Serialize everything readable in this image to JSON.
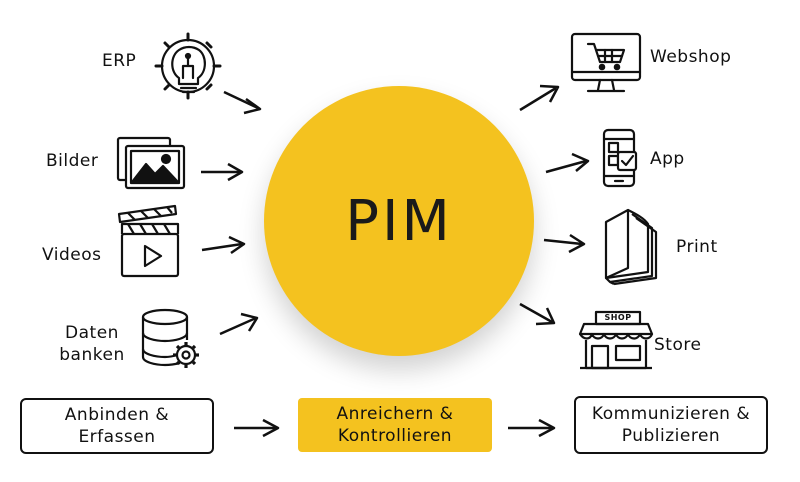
{
  "center": {
    "label": "PIM"
  },
  "inputs": [
    {
      "label": "ERP",
      "icon": "lightbulb-gear-icon"
    },
    {
      "label": "Bilder",
      "icon": "images-icon"
    },
    {
      "label": "Videos",
      "icon": "clapperboard-icon"
    },
    {
      "label_line1": "Daten",
      "label_line2": "banken",
      "icon": "database-gear-icon"
    }
  ],
  "outputs": [
    {
      "label": "Webshop",
      "icon": "monitor-cart-icon"
    },
    {
      "label": "App",
      "icon": "smartphone-icon"
    },
    {
      "label": "Print",
      "icon": "book-icon"
    },
    {
      "label": "Store",
      "icon": "shop-icon",
      "sign": "SHOP"
    }
  ],
  "process": [
    {
      "line1": "Anbinden &",
      "line2": "Erfassen",
      "style": "outline"
    },
    {
      "line1": "Anreichern &",
      "line2": "Kontrollieren",
      "style": "filled"
    },
    {
      "line1": "Kommunizieren &",
      "line2": "Publizieren",
      "style": "outline"
    }
  ],
  "colors": {
    "accent": "#f4c21f",
    "ink": "#111111"
  }
}
